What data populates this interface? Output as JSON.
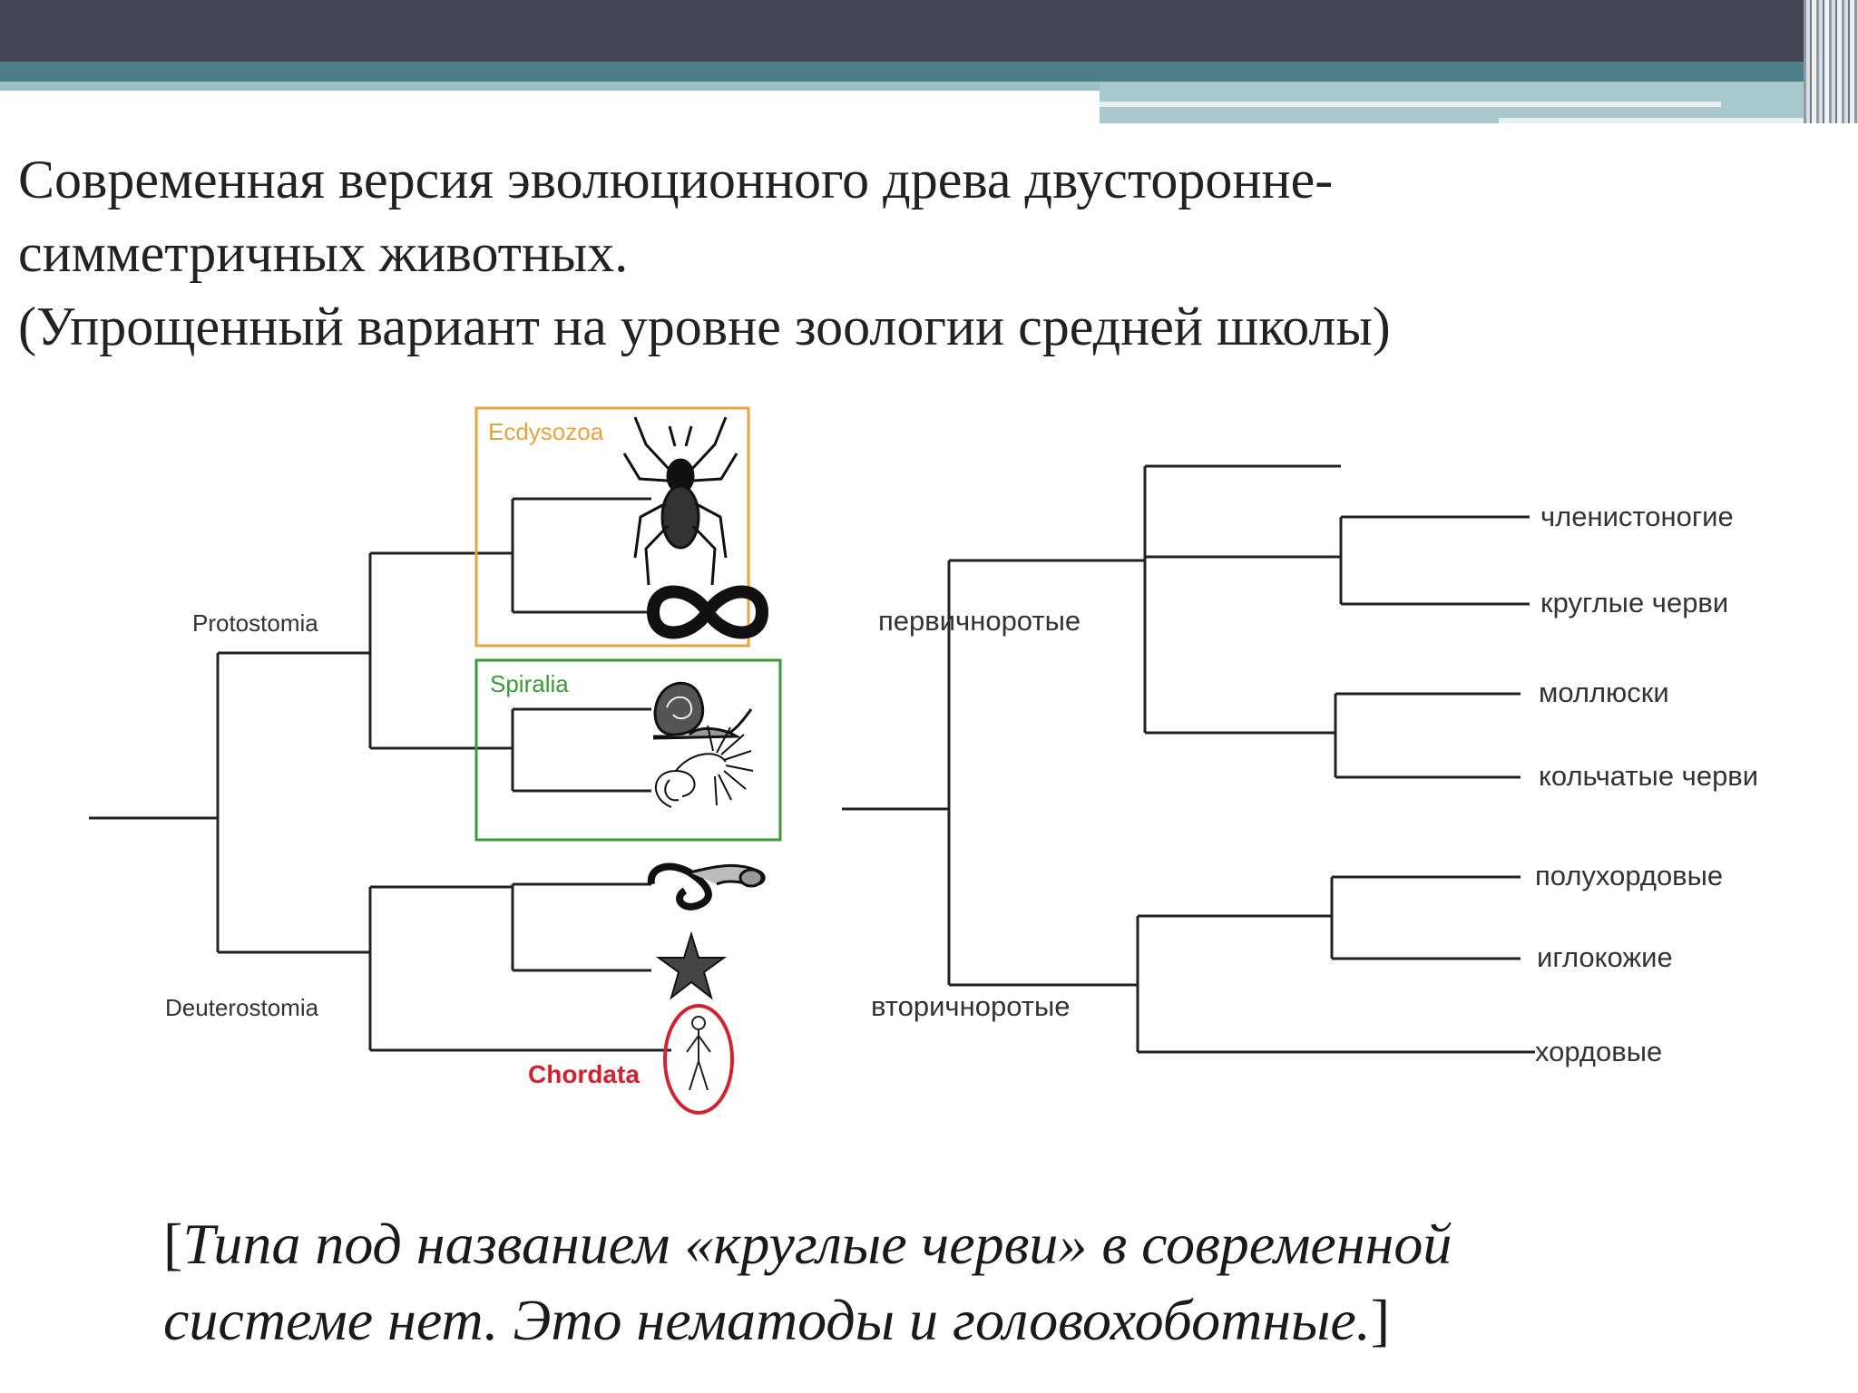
{
  "title": {
    "line1": "Современная версия эволюционного древа двусторонне-",
    "line2": "симметричных животных.",
    "line3": "(Упрощенный вариант на уровне зоологии средней школы)"
  },
  "left_tree": {
    "protostomia": "Protostomia",
    "deuterostomia": "Deuterostomia",
    "ecdysozoa": "Ecdysozoa",
    "spiralia": "Spiralia",
    "chordata": "Chordata",
    "colors": {
      "ecdysozoa": "#e8a33c",
      "spiralia": "#3a9a3a",
      "chordata": "#d2222f"
    }
  },
  "right_tree": {
    "protostomes": "первичноротые",
    "deuterostomes": "вторичноротые",
    "taxa": [
      "членистоногие",
      "круглые черви",
      "моллюски",
      "кольчатые черви",
      "полухордовые",
      "иглокожие",
      "хордовые"
    ]
  },
  "note": {
    "open": "[",
    "italic1": "Типа под названием «круглые черви» в современной",
    "italic2": "системе нет. Это нематоды и головохоботные.",
    "close": "]"
  }
}
